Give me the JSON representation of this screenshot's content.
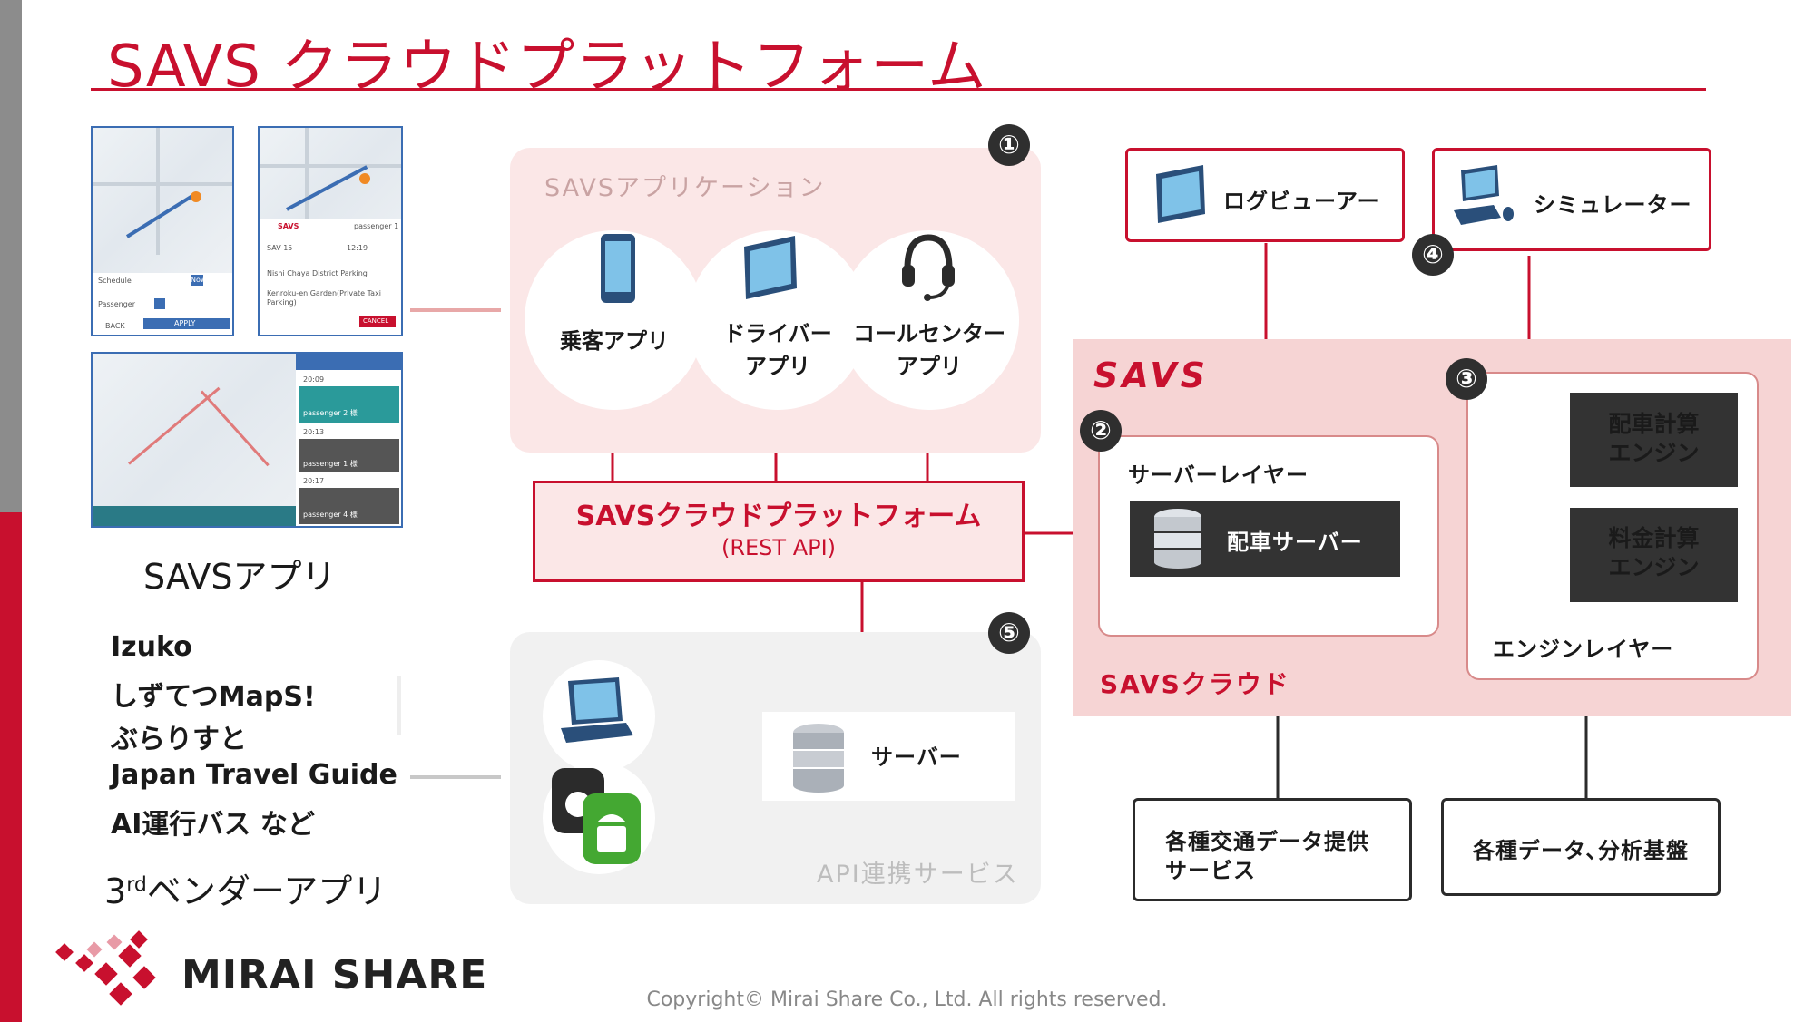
{
  "title": "SAVS クラウドプラットフォーム",
  "panels": {
    "app_title": "SAVSアプリケーション",
    "apps": [
      {
        "label_lines": [
          "乗客アプリ"
        ],
        "icon": "smartphone-icon"
      },
      {
        "label_lines": [
          "ドライバー",
          "アプリ"
        ],
        "icon": "tablet-icon"
      },
      {
        "label_lines": [
          "コールセンター",
          "アプリ"
        ],
        "icon": "headset-icon"
      }
    ],
    "api_title": "API連携サービス",
    "server_label": "サーバー"
  },
  "cloud_platform": {
    "title": "SAVSクラウドプラットフォーム",
    "subtitle": "(REST API)"
  },
  "numbers": [
    "①",
    "②",
    "③",
    "④",
    "⑤"
  ],
  "tools": {
    "log_viewer": "ログビューアー",
    "simulator": "シミュレーター"
  },
  "savs": {
    "logo": "SAVS",
    "cloud_label": "SAVSクラウド",
    "server_layer": "サーバーレイヤー",
    "dispatch_server": "配車サーバー",
    "engine_layer": "エンジンレイヤー",
    "dispatch_engine": [
      "配車計算",
      "エンジン"
    ],
    "fare_engine": [
      "料金計算",
      "エンジン"
    ]
  },
  "external": {
    "traffic_data": [
      "各種交通データ提供",
      "サービス"
    ],
    "analysis": "各種データ､分析基盤"
  },
  "left": {
    "savs_app_caption": "SAVSアプリ",
    "vendor_apps": [
      "Izuko",
      "しずてつMapS!",
      "ぶらりすと",
      "Japan Travel Guide",
      "AI運行バス など"
    ],
    "third_caption_prefix": "3",
    "third_caption_sup": "rd",
    "third_caption_suffix": "ベンダーアプリ"
  },
  "screens": {
    "phone1": {
      "schedule": "Schedule",
      "now": "Now",
      "passenger": "Passenger",
      "back": "BACK",
      "apply": "APPLY"
    },
    "phone2": {
      "brand": "SAVS",
      "passenger": "passenger 1",
      "vehicle": "SAV 15",
      "time": "12:19",
      "pickup": "Nishi Chaya District Parking",
      "dropoff": "Kenroku-en Garden(Private Taxi Parking)",
      "cancel": "CANCEL"
    },
    "tablet": {
      "rows": [
        "passenger 2 様",
        "passenger 1 様",
        "passenger 4 様"
      ],
      "times": [
        "20:09",
        "20:13",
        "20:17"
      ]
    }
  },
  "footer": {
    "company": "MIRAI SHARE",
    "copyright": "Copyright© Mirai Share Co., Ltd. All rights reserved."
  },
  "colors": {
    "accent": "#c8102e",
    "panel_pink": "#fbe7e7",
    "cloud_pink": "#f6d4d4",
    "dark": "#333333",
    "api_grey": "#f1f1f1"
  }
}
